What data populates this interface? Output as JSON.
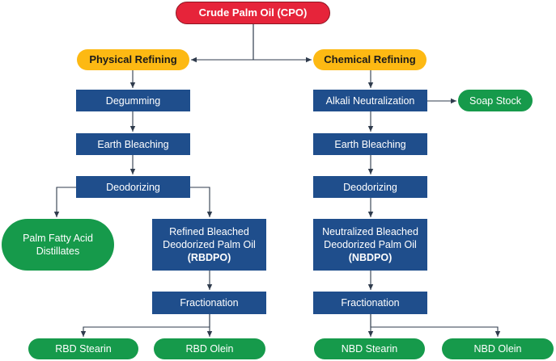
{
  "colors": {
    "source": "#e6243a",
    "method": "#fdb913",
    "process": "#1f4e8c",
    "product": "#169a4b",
    "edge": "#2f3b4c"
  },
  "nodes": {
    "cpo": "Crude Palm Oil (CPO)",
    "physical_refining": "Physical Refining",
    "chemical_refining": "Chemical Refining",
    "phys_degumming": "Degumming",
    "phys_earth_bleaching": "Earth Bleaching",
    "phys_deodorizing": "Deodorizing",
    "pfad": [
      "Palm Fatty Acid",
      "Distillates"
    ],
    "rbdpo": [
      "Refined Bleached",
      "Deodorized Palm Oil",
      "(RBDPO)"
    ],
    "phys_fractionation": "Fractionation",
    "rbd_stearin": "RBD Stearin",
    "rbd_olein": "RBD Olein",
    "chem_alkali_neutralization": "Alkali Neutralization",
    "soap_stock": "Soap Stock",
    "chem_earth_bleaching": "Earth Bleaching",
    "chem_deodorizing": "Deodorizing",
    "nbdpo": [
      "Neutralized Bleached",
      "Deodorized Palm Oil",
      "(NBDPO)"
    ],
    "chem_fractionation": "Fractionation",
    "nbd_stearin": "NBD Stearin",
    "nbd_olein": "NBD Olein"
  },
  "edges": [
    [
      "cpo",
      "physical_refining"
    ],
    [
      "cpo",
      "chemical_refining"
    ],
    [
      "physical_refining",
      "phys_degumming"
    ],
    [
      "phys_degumming",
      "phys_earth_bleaching"
    ],
    [
      "phys_earth_bleaching",
      "phys_deodorizing"
    ],
    [
      "phys_deodorizing",
      "pfad"
    ],
    [
      "phys_deodorizing",
      "rbdpo"
    ],
    [
      "rbdpo",
      "phys_fractionation"
    ],
    [
      "phys_fractionation",
      "rbd_stearin"
    ],
    [
      "phys_fractionation",
      "rbd_olein"
    ],
    [
      "chemical_refining",
      "chem_alkali_neutralization"
    ],
    [
      "chem_alkali_neutralization",
      "soap_stock"
    ],
    [
      "chem_alkali_neutralization",
      "chem_earth_bleaching"
    ],
    [
      "chem_earth_bleaching",
      "chem_deodorizing"
    ],
    [
      "chem_deodorizing",
      "nbdpo"
    ],
    [
      "nbdpo",
      "chem_fractionation"
    ],
    [
      "chem_fractionation",
      "nbd_stearin"
    ],
    [
      "chem_fractionation",
      "nbd_olein"
    ]
  ]
}
